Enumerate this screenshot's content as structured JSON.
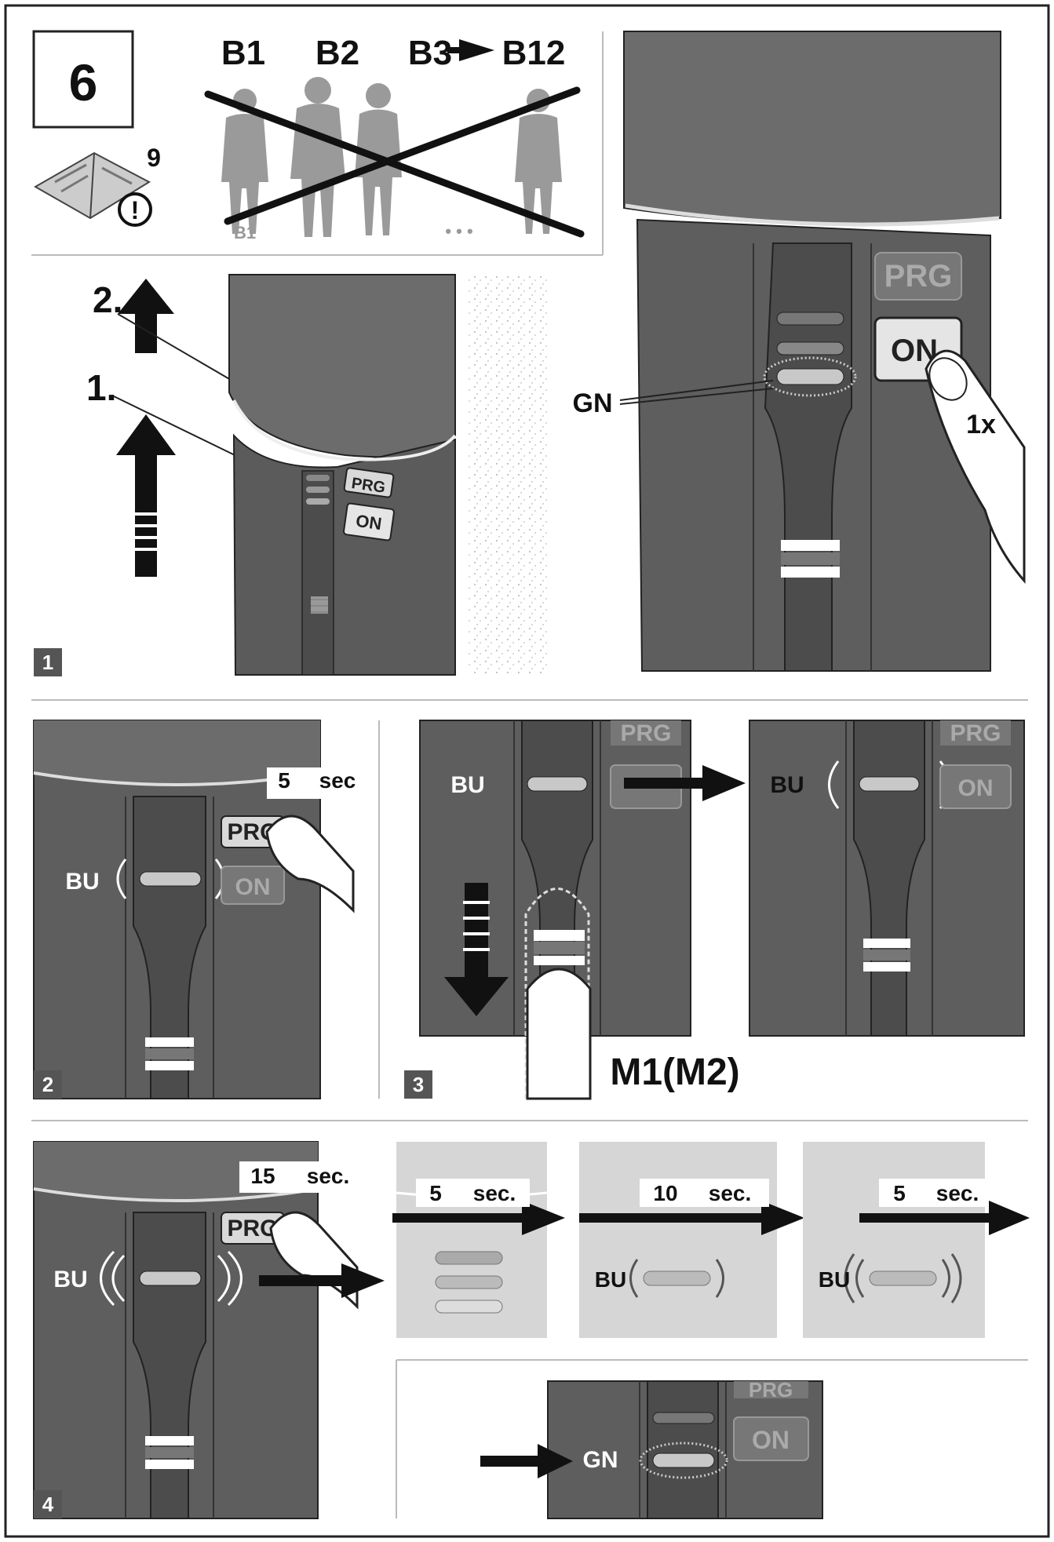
{
  "section_number": "6",
  "manual_ref": "9",
  "warning_symbol": "!",
  "users": {
    "b1": "B1",
    "b2": "B2",
    "b3": "B3",
    "b12": "B12",
    "b1_small": "B1",
    "ellipsis": "• • •"
  },
  "panel1": {
    "step_main": "2.",
    "step_sub": "1.",
    "prg": "PRG",
    "on": "ON",
    "big_prg": "PRG",
    "big_on": "ON",
    "gn": "GN",
    "press": "1x",
    "badge": "1"
  },
  "panel2": {
    "time_value": "5",
    "time_unit": "sec",
    "prg": "PRG",
    "on": "ON",
    "bu": "BU",
    "badge": "2"
  },
  "panel3": {
    "prg_a": "PRG",
    "prg_b": "PRG",
    "on_b": "ON",
    "bu_a": "BU",
    "bu_b": "BU",
    "memory": "M1(M2)",
    "badge": "3"
  },
  "panel4": {
    "time_value": "15",
    "time_unit": "sec.",
    "prg": "PRG",
    "bu": "BU",
    "step_a_value": "5",
    "step_a_unit": "sec.",
    "step_b_value": "10",
    "step_b_unit": "sec.",
    "step_b_bu": "BU",
    "step_c_value": "5",
    "step_c_unit": "sec.",
    "step_c_bu": "BU",
    "result_prg": "PRG",
    "result_on": "ON",
    "result_gn": "GN",
    "badge": "4"
  },
  "colors": {
    "device_body": "#5e5e5e",
    "device_dark": "#454545",
    "device_light": "#7a7a7a",
    "led": "#b8b8b8",
    "line": "#222222",
    "button_bg": "#d9d9d9"
  }
}
